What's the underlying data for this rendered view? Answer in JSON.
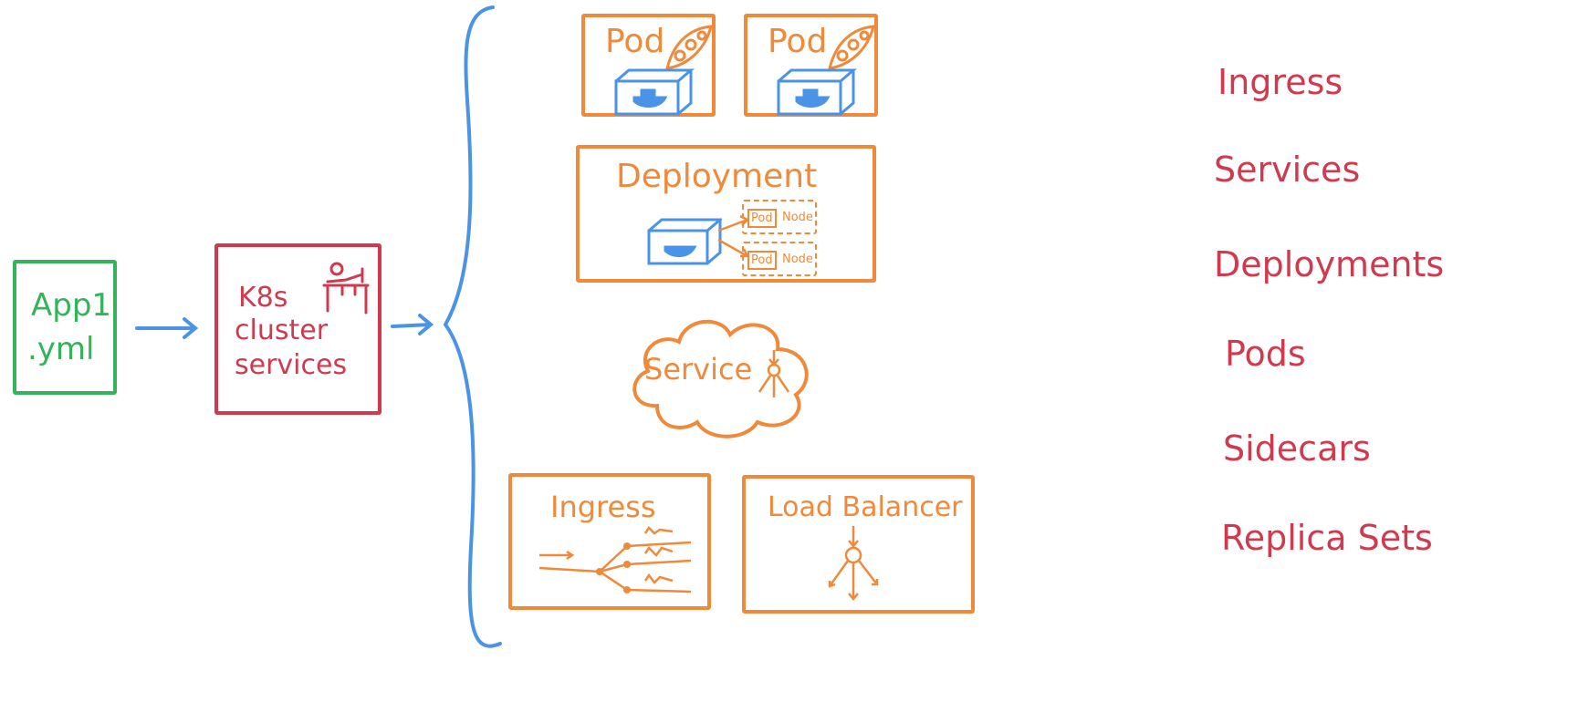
{
  "colors": {
    "green": "#33b35a",
    "red": "#cf3a4e",
    "blue": "#4a93e6",
    "orange": "#f08a3a"
  },
  "app_file": {
    "line1": "App1",
    "line2": ".yml"
  },
  "cluster": {
    "line1": "K8s",
    "line2": "cluster",
    "line3": "services",
    "icon": "captain-at-helm-icon"
  },
  "pods": [
    {
      "label": "Pod",
      "icon": "peapod-icon",
      "container_icon": "docker-container-icon"
    },
    {
      "label": "Pod",
      "icon": "peapod-icon",
      "container_icon": "docker-container-icon"
    }
  ],
  "deployment": {
    "title": "Deployment",
    "rows": [
      {
        "pod": "Pod",
        "node": "Node"
      },
      {
        "pod": "Pod",
        "node": "Node"
      }
    ]
  },
  "service": {
    "label": "Service",
    "icon": "fan-out-arrows-icon"
  },
  "ingress": {
    "label": "Ingress",
    "icon": "routing-lines-icon"
  },
  "load_balancer": {
    "label": "Load Balancer",
    "icon": "load-balance-arrows-icon"
  },
  "concepts": [
    "Ingress",
    "Services",
    "Deployments",
    "Pods",
    "Sidecars",
    "Replica Sets"
  ]
}
